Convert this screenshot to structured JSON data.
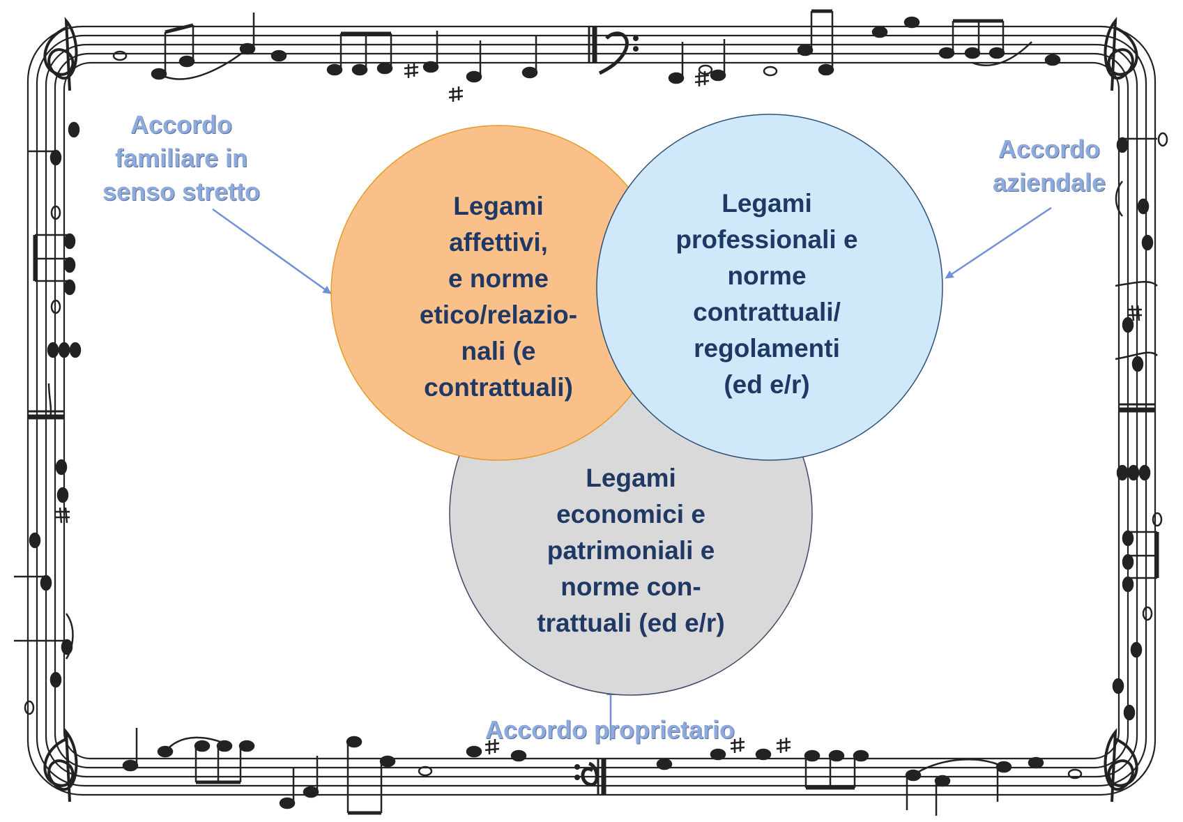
{
  "circles": {
    "affettivi": {
      "text": "Legami\naffettivi,\ne norme\netico/relazio-\nnali (e\ncontrattuali)",
      "fill": "#f9c08a",
      "stroke": "#e69a28"
    },
    "professionali": {
      "text": "Legami\nprofessionali e\nnorme\ncontrattuali/\nregolamenti\n(ed e/r)",
      "fill": "#cfe9fb",
      "stroke": "#2f4f7a"
    },
    "economici": {
      "text": "Legami\neconomici e\npatrimoniali e\nnorme con-\ntrattuali (ed e/r)",
      "fill": "#d9d9d9",
      "stroke": "#3b4a66"
    }
  },
  "callouts": {
    "familiare": "Accordo\nfamiliare in\nsenso stretto",
    "aziendale": "Accordo\naziendale",
    "proprietario": "Accordo proprietario"
  },
  "colors": {
    "text": "#1f3864",
    "callout": "#8ea9db",
    "arrow": "#6f8fd6",
    "frame": "#222222"
  }
}
